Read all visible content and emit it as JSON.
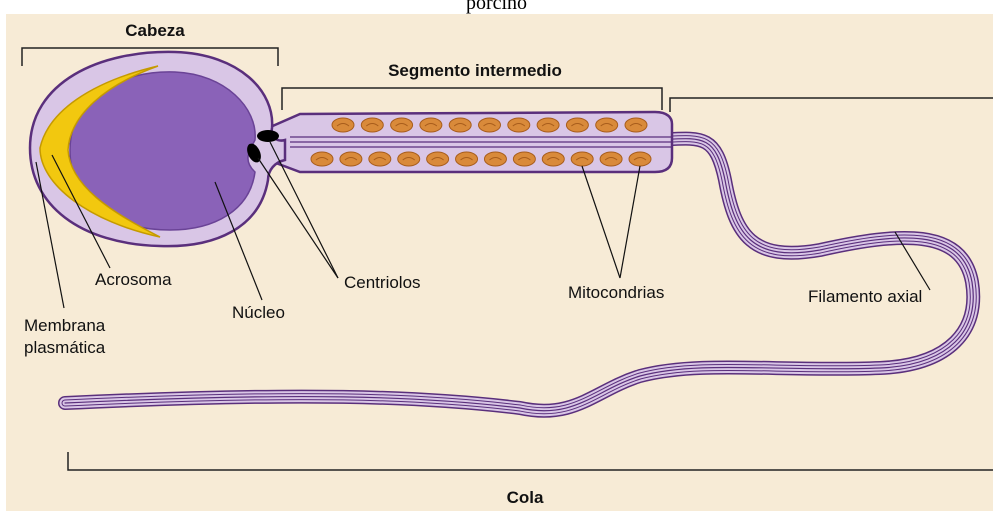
{
  "caption_fragment": "porcino",
  "headers": {
    "head": "Cabeza",
    "midpiece": "Segmento intermedio",
    "tail": "Cola"
  },
  "labels": {
    "acrosome": "Acrosoma",
    "plasma_membrane_line1": "Membrana",
    "plasma_membrane_line2": "plasmática",
    "nucleus": "Núcleo",
    "centrioles": "Centriolos",
    "mitochondria": "Mitocondrias",
    "axial_filament": "Filamento axial"
  },
  "colors": {
    "background": "#f7ebd6",
    "cell_fill": "#d9c6e6",
    "cell_outline": "#5a2f7c",
    "nucleus": "#8a62b8",
    "acrosome": "#f2c80f",
    "mitochondria": "#d98a3a",
    "centrioles": "#000000"
  },
  "mitochondria_count": {
    "top_row": 11,
    "bottom_row": 12
  }
}
